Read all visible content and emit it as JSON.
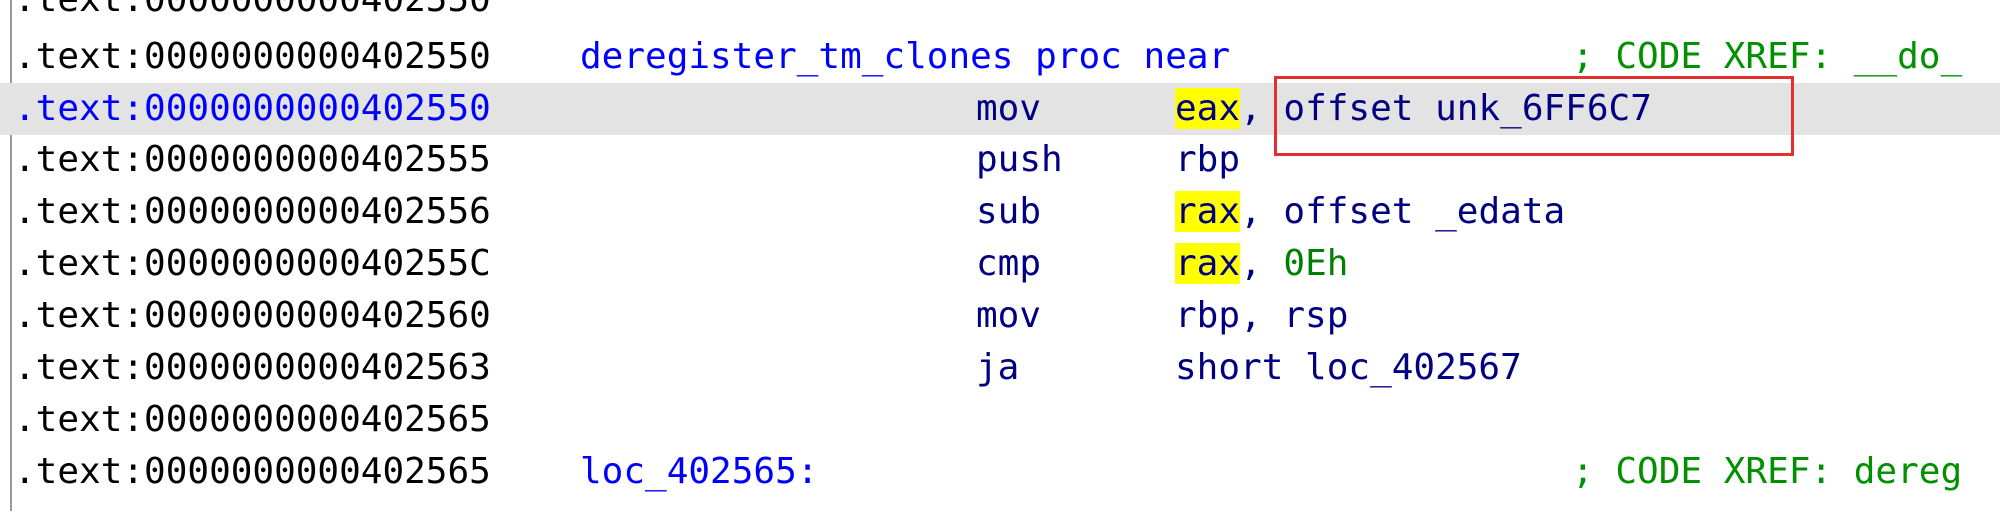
{
  "colors": {
    "address": "#000000",
    "address_selected": "#0000ff",
    "name": "#0000ff",
    "mnemonic": "#000080",
    "operand": "#000080",
    "comment": "#009000",
    "number": "#008000",
    "register_highlight": "#ffff00",
    "selected_row": "#e3e3e3",
    "annotation_box": "#e03030"
  },
  "lines": [
    {
      "address": ".text:0000000000402550"
    },
    {
      "address": ".text:0000000000402550",
      "name": "deregister_tm_clones proc near",
      "comment": "; CODE XREF: __do_"
    },
    {
      "address": ".text:0000000000402550",
      "mnemonic": "mov",
      "reg": "eax",
      "sep": ",",
      "operand": "offset unk_6FF6C7",
      "selected": true
    },
    {
      "address": ".text:0000000000402555",
      "mnemonic": "push",
      "operand": "rbp"
    },
    {
      "address": ".text:0000000000402556",
      "mnemonic": "sub",
      "reg": "rax",
      "sep": ",",
      "operand": "offset _edata"
    },
    {
      "address": ".text:000000000040255C",
      "mnemonic": "cmp",
      "reg": "rax",
      "sep": ",",
      "operand": "0Eh"
    },
    {
      "address": ".text:0000000000402560",
      "mnemonic": "mov",
      "operand": "rbp, rsp"
    },
    {
      "address": ".text:0000000000402563",
      "mnemonic": "ja",
      "operand": "short loc_402567"
    },
    {
      "address": ".text:0000000000402565"
    },
    {
      "address": ".text:0000000000402565",
      "name": "loc_402565:",
      "comment": "; CODE XREF: dereg"
    }
  ]
}
